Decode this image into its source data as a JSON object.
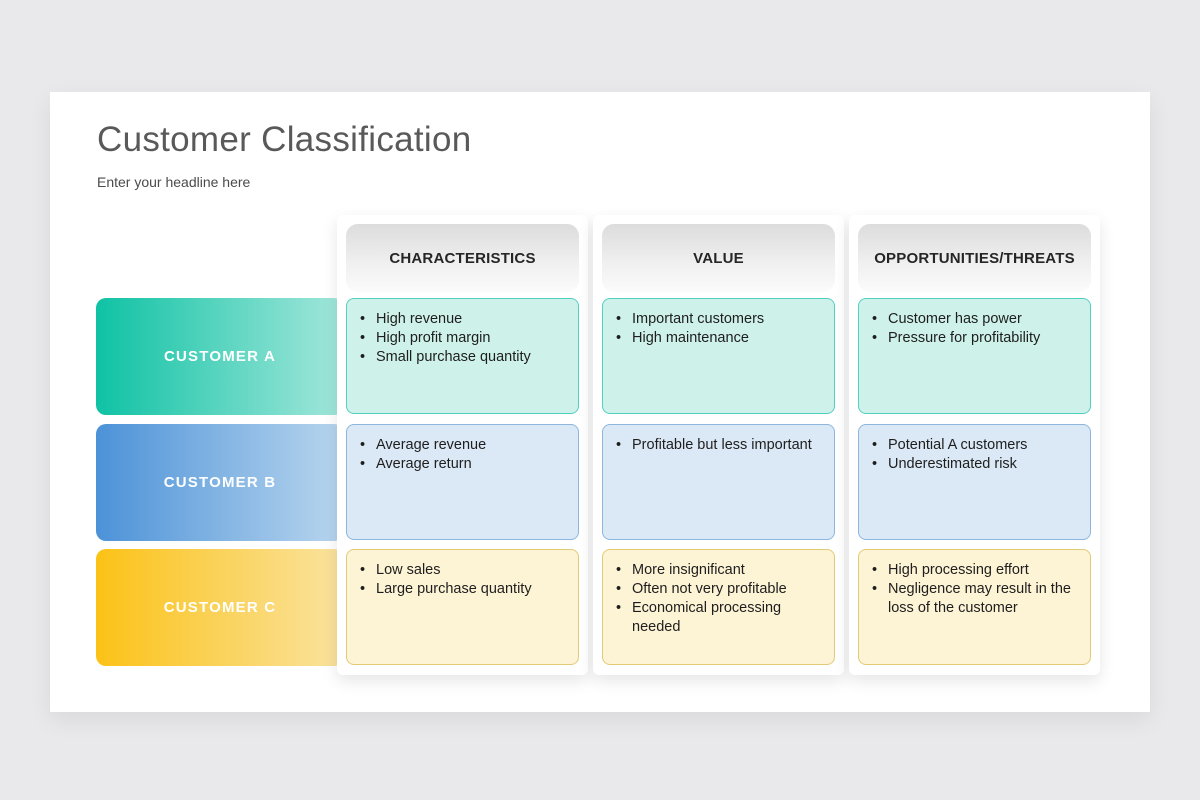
{
  "page": {
    "background_color": "#e9e8ea",
    "slide_background_color": "#ffffff"
  },
  "header": {
    "title": "Customer Classification",
    "subtitle": "Enter your headline here"
  },
  "columns": [
    {
      "label": "CHARACTERISTICS"
    },
    {
      "label": "VALUE"
    },
    {
      "label": "OPPORTUNITIES/THREATS"
    }
  ],
  "rows": [
    {
      "label": "CUSTOMER A",
      "colors": {
        "bar_start": "#0fc2a4",
        "bar_end": "#a3e7db",
        "cell_bg": "#cef2ea",
        "cell_border": "#52d0c0"
      },
      "cells": [
        {
          "items": [
            "High revenue",
            "High profit margin",
            "Small purchase quantity"
          ]
        },
        {
          "items": [
            "Important customers",
            "High maintenance"
          ]
        },
        {
          "items": [
            "Customer has power",
            "Pressure for profitability"
          ]
        }
      ]
    },
    {
      "label": "CUSTOMER B",
      "colors": {
        "bar_start": "#4c92d8",
        "bar_end": "#b9d6ee",
        "cell_bg": "#dbe9f6",
        "cell_border": "#8cb6dd"
      },
      "cells": [
        {
          "items": [
            "Average revenue",
            "Average return"
          ]
        },
        {
          "items": [
            "Profitable but less important"
          ]
        },
        {
          "items": [
            "Potential A customers",
            "Underestimated risk"
          ]
        }
      ]
    },
    {
      "label": "CUSTOMER C",
      "colors": {
        "bar_start": "#fbc216",
        "bar_end": "#fae3a0",
        "cell_bg": "#fdf3d5",
        "cell_border": "#e2ca74"
      },
      "cells": [
        {
          "items": [
            "Low sales",
            "Large purchase quantity"
          ]
        },
        {
          "items": [
            "More insignificant",
            "Often not very profitable",
            "Economical processing needed"
          ]
        },
        {
          "items": [
            "High processing effort",
            "Negligence may result in the loss of the customer"
          ]
        }
      ]
    }
  ]
}
